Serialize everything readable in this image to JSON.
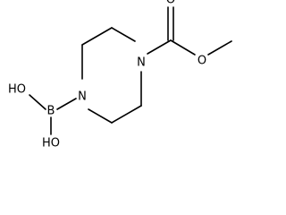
{
  "molecule": {
    "atoms": {
      "n_bottom": "N",
      "n_top": "N",
      "boron": "B",
      "hydroxyl_upper": "HO",
      "hydroxyl_lower": "HO",
      "ether_oxygen": "O",
      "carbonyl_oxygen": "O"
    },
    "colors": {
      "bond": "#000000",
      "label": "#000000",
      "background": "#ffffff"
    }
  }
}
